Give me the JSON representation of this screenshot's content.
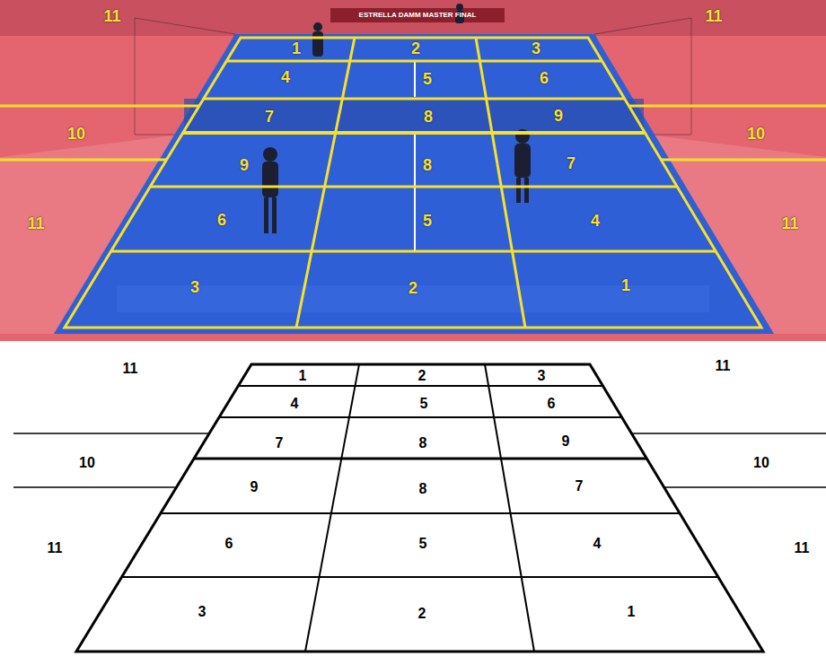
{
  "diagram": {
    "labels": [
      "11",
      "ESTRELLA DAMM MASTER FINAL",
      "1",
      "2",
      "3",
      "11",
      "4",
      "5",
      "6",
      "7",
      "8",
      "9",
      "10",
      "10",
      "9",
      "8",
      "7",
      "11",
      "6",
      "5",
      "4",
      "11",
      "3",
      "2",
      "1",
      "11",
      "1",
      "2",
      "3",
      "11",
      "4",
      "5",
      "6",
      "7",
      "8",
      "9",
      "10",
      "10",
      "9",
      "8",
      "7",
      "11",
      "6",
      "5",
      "4",
      "11",
      "3",
      "2",
      "1"
    ]
  }
}
